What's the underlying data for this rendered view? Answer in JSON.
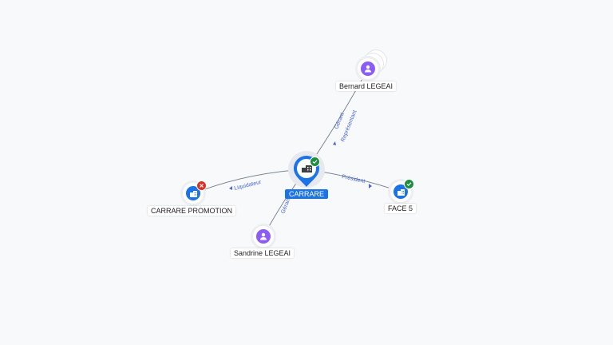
{
  "nodes": {
    "center": {
      "label": "CARRARE",
      "icon": "company-icon",
      "status": "active"
    },
    "bernard": {
      "label": "Bernard LEGEAI",
      "icon": "person-icon"
    },
    "promotion": {
      "label": "CARRARE PROMOTION",
      "icon": "company-icon",
      "status": "closed"
    },
    "face5": {
      "label": "FACE 5",
      "icon": "company-icon",
      "status": "active"
    },
    "sandrine": {
      "label": "Sandrine LEGEAI",
      "icon": "person-icon"
    }
  },
  "edges": {
    "bernard_1": "Gérant",
    "bernard_2": "Représentant",
    "promotion": "Liquidateur",
    "face5": "Président",
    "sandrine": "Gérant"
  },
  "colors": {
    "company": "#1a73e8",
    "person": "#8b5cf6",
    "active": "#1e8e3e",
    "closed": "#d93025",
    "edge_text": "#4a67d6"
  }
}
